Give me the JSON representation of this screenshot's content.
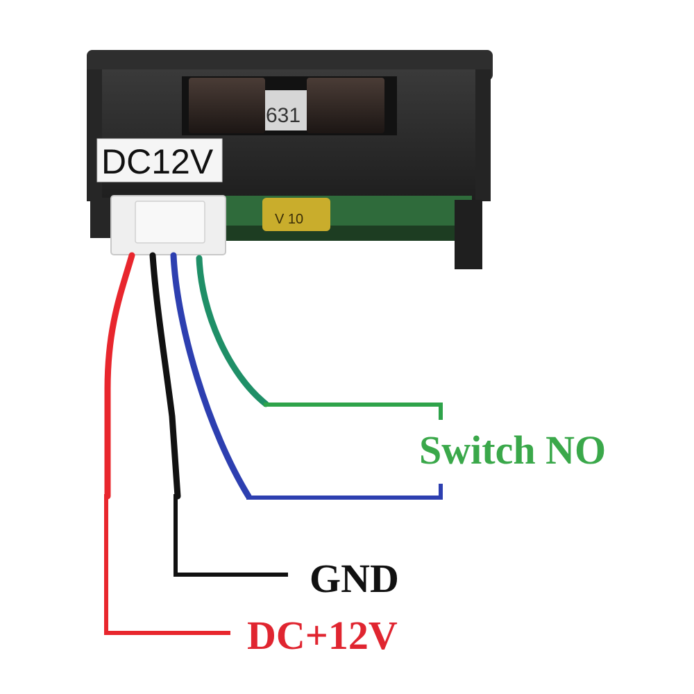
{
  "module": {
    "voltage_sticker": "DC12V",
    "inner_marking": "631",
    "capacitor_marking": "V  10",
    "body_color": "#2a2a2a",
    "connector_color": "#f2f2f2"
  },
  "wires": [
    {
      "id": "red",
      "color": "#e8262d",
      "label": "DC+12V"
    },
    {
      "id": "black",
      "color": "#111111",
      "label": "GND"
    },
    {
      "id": "blue",
      "color": "#2d3fb0",
      "label": "Switch NO"
    },
    {
      "id": "green",
      "color": "#2ea34a",
      "label": "Switch NO"
    }
  ],
  "labels": {
    "switch": {
      "text": "Switch NO",
      "color": "#3aa84a"
    },
    "gnd": {
      "text": "GND",
      "color": "#111111"
    },
    "power": {
      "text": "DC+12V",
      "color": "#e02530"
    }
  }
}
